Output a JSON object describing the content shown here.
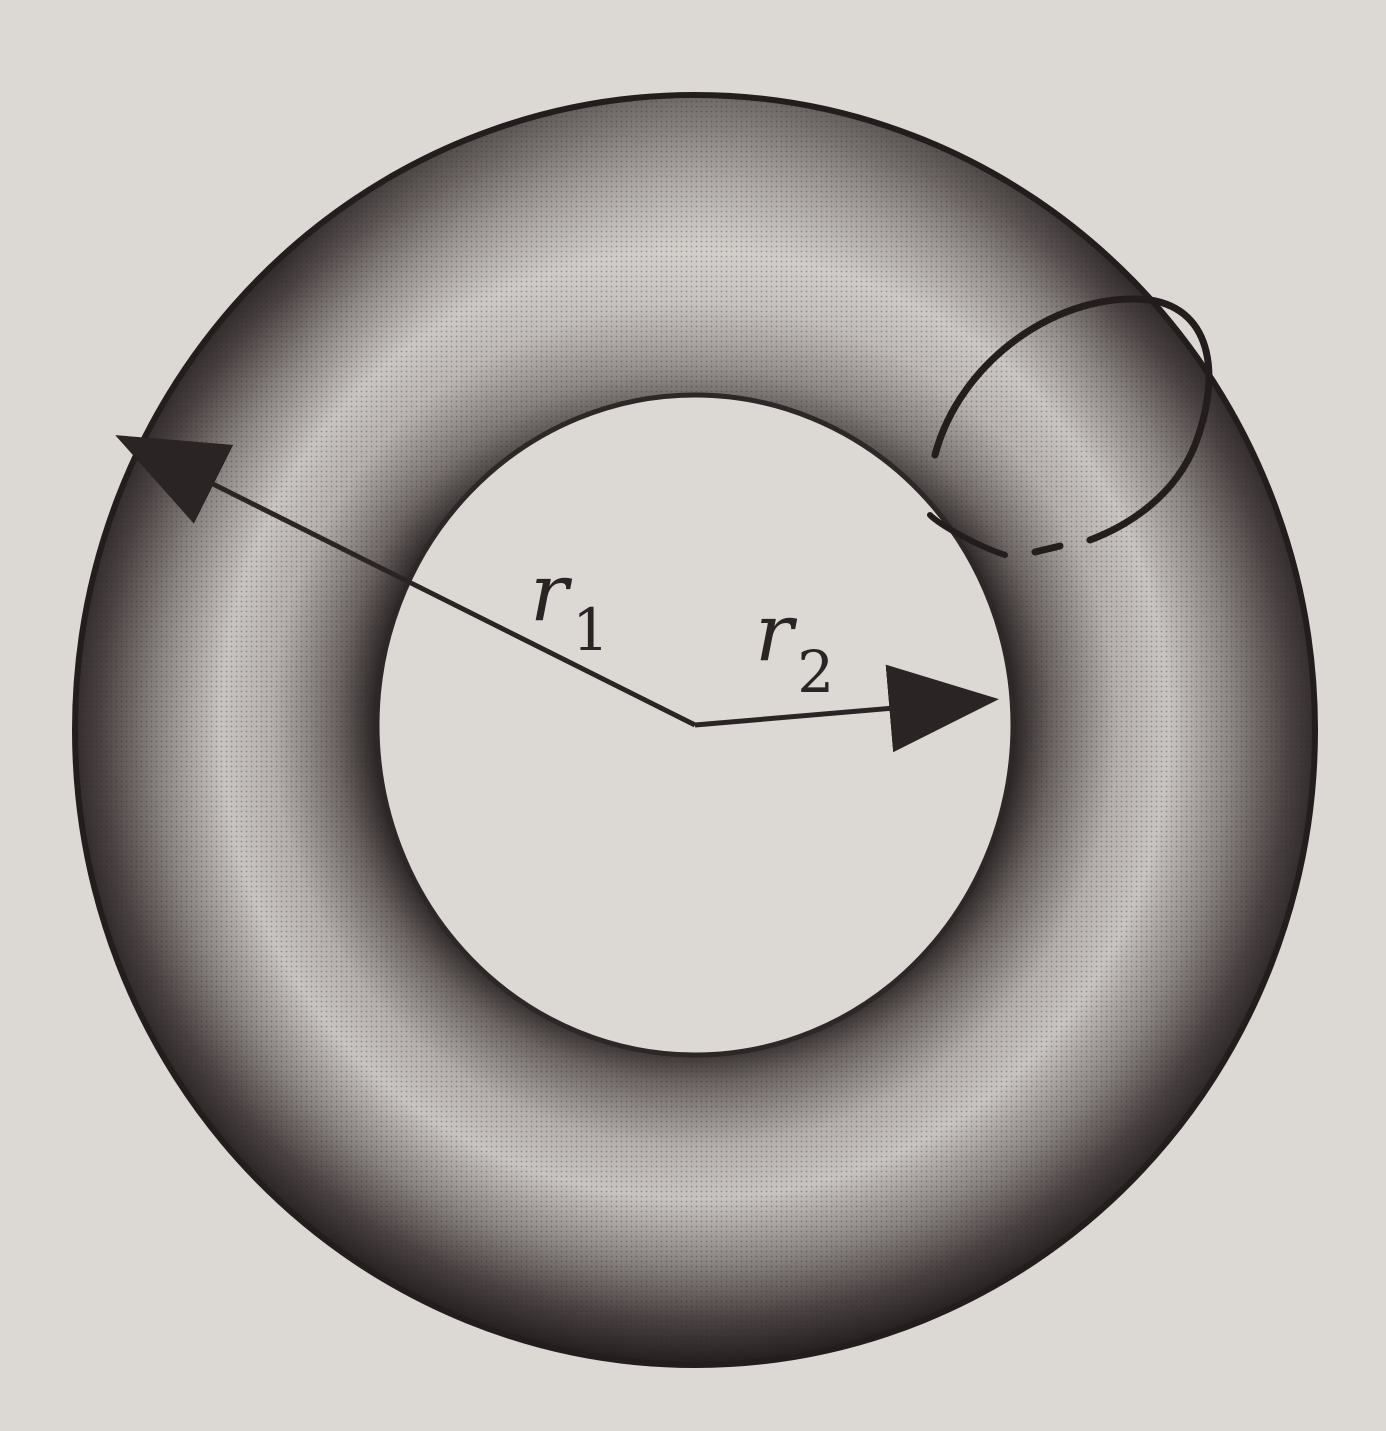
{
  "figure": {
    "labels": {
      "r1": {
        "symbol": "r",
        "subscript": "1"
      },
      "r2": {
        "symbol": "r",
        "subscript": "2"
      }
    },
    "colors": {
      "paper": "#dcd9d5",
      "ink": "#2a2424",
      "torus_dark": "#3a3333",
      "torus_mid": "#7a7473",
      "torus_light": "#c9c6c3"
    }
  }
}
